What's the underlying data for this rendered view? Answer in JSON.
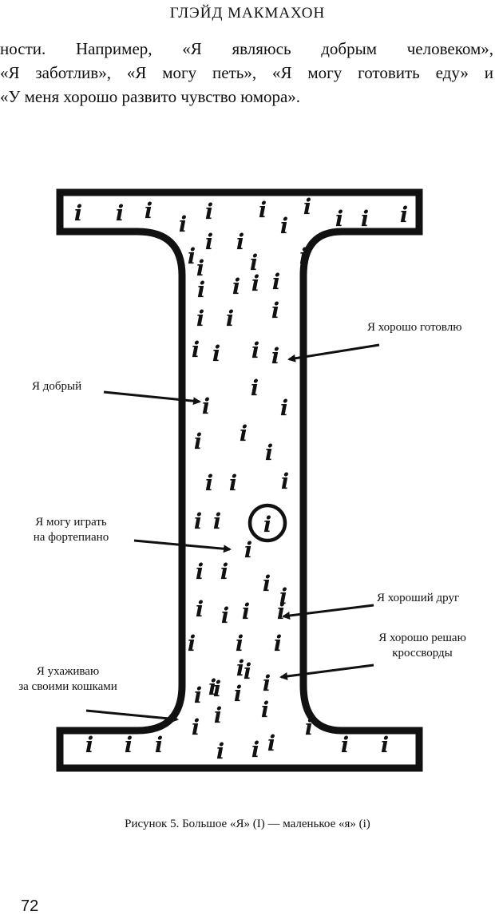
{
  "page": {
    "running_head": "ГЛЭЙД МАКМАХОН",
    "page_number": "72"
  },
  "body_text": {
    "lines": [
      "ности. Например, «Я являюсь добрым человеком»,",
      "«Я заботлив», «Я могу петь», «Я могу готовить еду» и",
      "«У меня хорошо развито чувство юмора»."
    ]
  },
  "figure": {
    "letter_glyph": "i",
    "highlighted_glyph": "i",
    "labels": {
      "cook": "Я хорошо готовлю",
      "kind": "Я добрый",
      "piano_line1": "Я могу играть",
      "piano_line2": "на фортепиано",
      "friend": "Я хороший друг",
      "crosswords_line1": "Я хорошо решаю",
      "crosswords_line2": "кроссворды",
      "cats_line1": "Я ухаживаю",
      "cats_line2": "за своими кошками"
    },
    "caption": "Рисунок 5. Большое «Я» (I) — маленькое «я» (i)"
  }
}
